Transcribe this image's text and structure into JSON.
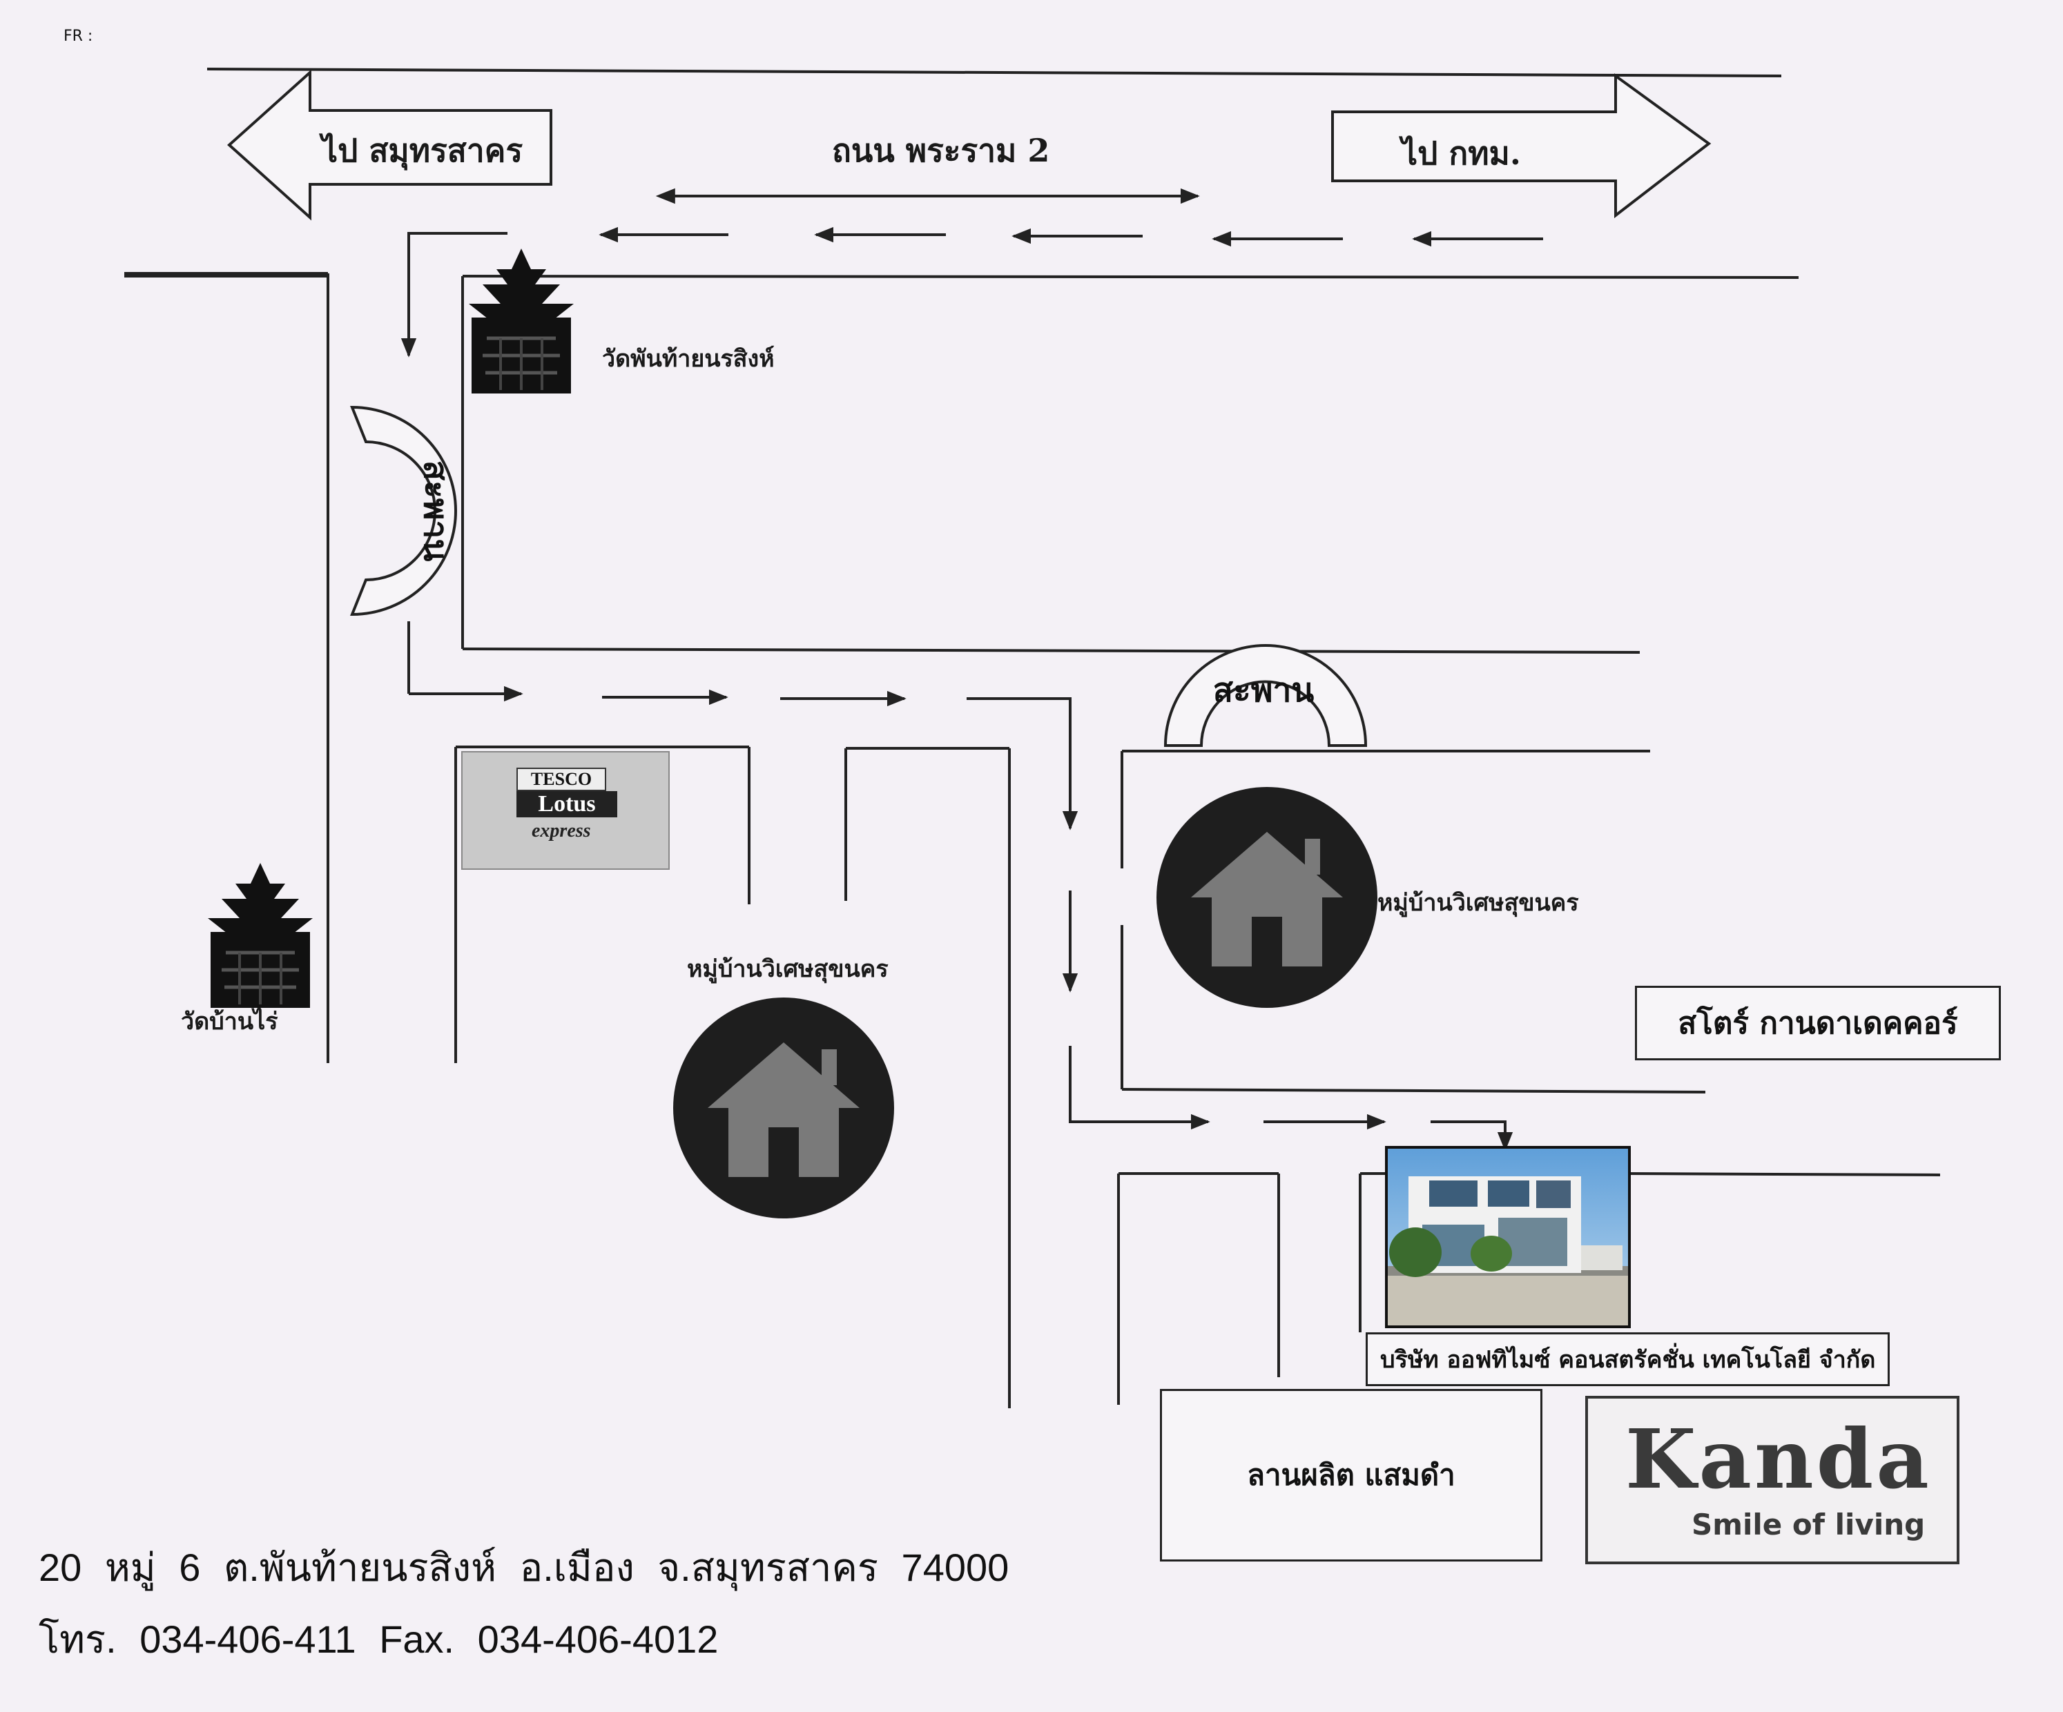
{
  "fax_header": "FR :",
  "roads": {
    "main_road": "ถนน พระราม 2",
    "to_samut_sakhon": "ไป สมุทรสาคร",
    "to_bangkok": "ไป กทม."
  },
  "landmarks": {
    "wat_phanthai": "วัดพันท้ายนรสิงห์",
    "wat_ban_rai": "วัดบ้านไร่",
    "village_1": "หมู่บ้านวิเศษสุขนคร",
    "village_2": "หมู่บ้านวิเศษสุขนคร",
    "store": "สโตร์ กานดาเดคคอร์",
    "company": "บริษัท ออฟทิไมซ์ คอนสตรัคชั่น เทคโนโลยี จำกัด",
    "production_yard": "ลานผลิต แสมดำ",
    "bridge_1": "สะพาน",
    "bridge_2": "สะพาน"
  },
  "tesco": {
    "line1": "TESCO",
    "line2": "Lotus",
    "line3": "express"
  },
  "kanda": {
    "name": "Kanda",
    "tagline": "Smile of living"
  },
  "contact": {
    "address": "20 หมู่ 6 ต.พันท้ายนรสิงห์ อ.เมือง จ.สมุทรสาคร 74000",
    "phone": "โทร. 034-406-411 Fax. 034-406-4012"
  },
  "icons": {
    "temple": "temple-icon",
    "house": "house-icon",
    "arrow": "direction-arrow-icon"
  },
  "colors": {
    "ink": "#1a1a1a",
    "paper": "#f4f1f6",
    "grey": "#c9c9c9"
  }
}
